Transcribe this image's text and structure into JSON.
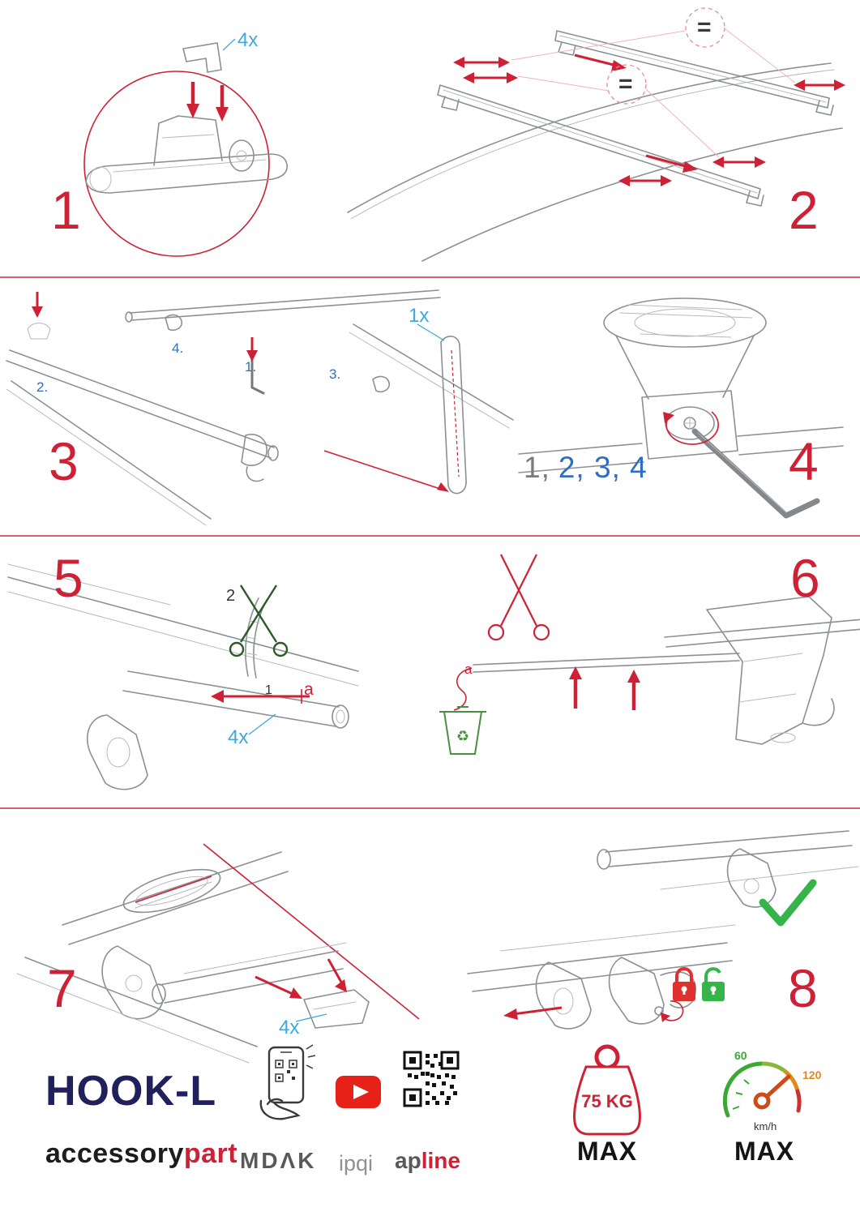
{
  "steps": {
    "s1": {
      "number": "1",
      "qty": "4x"
    },
    "s2": {
      "number": "2",
      "eq1": "=",
      "eq2": "="
    },
    "s3": {
      "number": "3",
      "qty": "1x",
      "m1": "1.",
      "m2": "2.",
      "m3": "3.",
      "m4": "4."
    },
    "s4": {
      "number": "4",
      "seq_first": "1,",
      "seq_rest": "2, 3, 4"
    },
    "s5": {
      "number": "5",
      "cut_step": "2",
      "insert_step": "1",
      "ref": "a",
      "qty": "4x"
    },
    "s6": {
      "number": "6",
      "ref": "a"
    },
    "s7": {
      "number": "7",
      "qty": "4x"
    },
    "s8": {
      "number": "8"
    }
  },
  "icons": {
    "recycle": "♻"
  },
  "footer": {
    "product": "HOOK-L",
    "brand_part1": "accessory",
    "brand_part2": "part",
    "logo_mdak": "MDΛK",
    "logo_ipqi": "ipqi",
    "logo_apline_part1": "ap",
    "logo_apline_part2": "line",
    "weight_value": "75 KG",
    "weight_max": "MAX",
    "speed_min": "60",
    "speed_max_value": "120",
    "speed_unit": "km/h",
    "speed_max_label": "MAX"
  },
  "colors": {
    "accent_red": "#cf2135",
    "label_blue": "#3fa9d9",
    "sequence_blue": "#2f6fbf",
    "ok_green": "#35b44a",
    "warn_orange": "#e08a1e",
    "brand_navy": "#20215c",
    "logo_gray": "#58595b",
    "youtube_red": "#e62117"
  }
}
